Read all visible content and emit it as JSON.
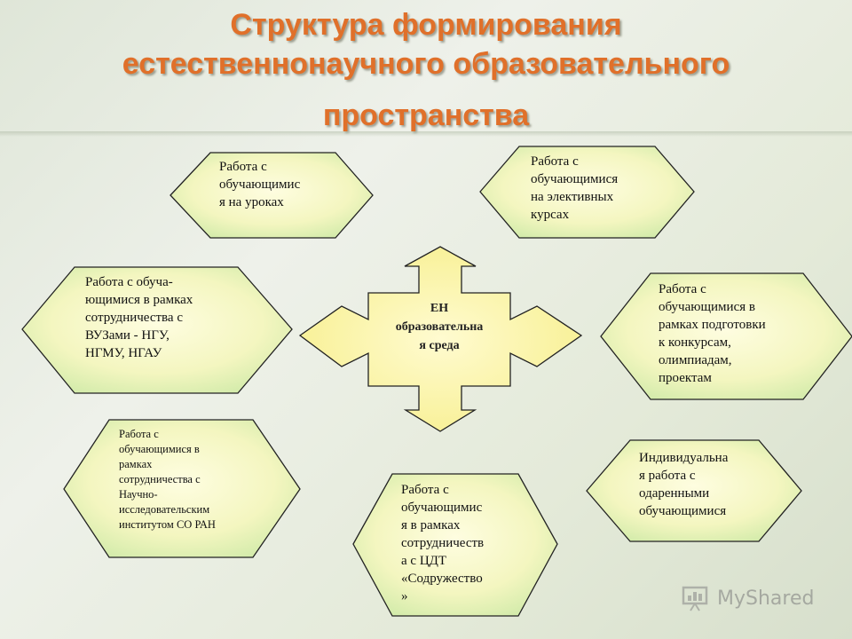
{
  "title": {
    "line1": "Структура формирования",
    "line2": "естественнонаучного образовательного",
    "line3": "пространства"
  },
  "center": {
    "label": "ЕН\nобразовательна\nя среда"
  },
  "nodes": [
    {
      "id": "top-left",
      "text": "Работа с\nобучающимис\nя на уроках"
    },
    {
      "id": "top-right",
      "text": "Работа с\nобучающимися\nна элективных\nкурсах"
    },
    {
      "id": "mid-left",
      "text": "Работа с обуча-\nющимися в рамках\nсотрудничества с\nВУЗами - НГУ,\nНГМУ, НГАУ"
    },
    {
      "id": "mid-right",
      "text": "Работа с\nобучающимися в\nрамках подготовки\nк конкурсам,\nолимпиадам,\nпроектам"
    },
    {
      "id": "bottom-left",
      "text": "Работа с\nобучающимися в\nрамках\nсотрудничества с\nНаучно-\nисследовательским\nинститутом СО РАН"
    },
    {
      "id": "bottom-center",
      "text": "Работа с\nобучающимис\nя в рамках\nсотрудничеств\nа с ЦДТ\n«Содружество\n»"
    },
    {
      "id": "bottom-right",
      "text": "Индивидуальна\nя работа с\nодаренными\nобучающимися"
    }
  ],
  "watermark": {
    "text": "MyShared"
  },
  "colors": {
    "title": "#e0702a",
    "hex_fill_light": "#fdfccf",
    "hex_fill_green": "#d9efb0",
    "center_fill": "#faf3a0",
    "stroke": "#222222"
  }
}
